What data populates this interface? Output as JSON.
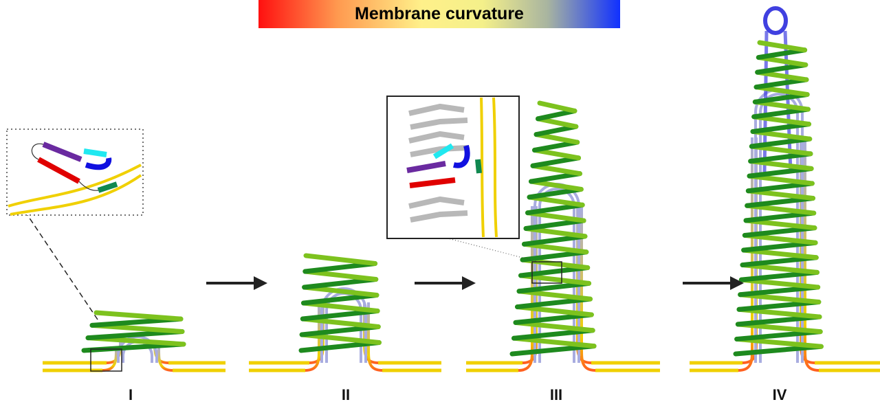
{
  "legend": {
    "title": "Membrane curvature",
    "gradient_colors": [
      "#ff1010",
      "#fff08a",
      "#1030ff"
    ]
  },
  "stages": [
    {
      "label": "I"
    },
    {
      "label": "II"
    },
    {
      "label": "III"
    },
    {
      "label": "IV"
    }
  ],
  "colors": {
    "membrane": "#f0d000",
    "coil_light": "#7dc21e",
    "coil_dark": "#1e8a1e",
    "tube": "#a8ace0",
    "tube_top": "#4040e0",
    "arrow": "#222222"
  }
}
